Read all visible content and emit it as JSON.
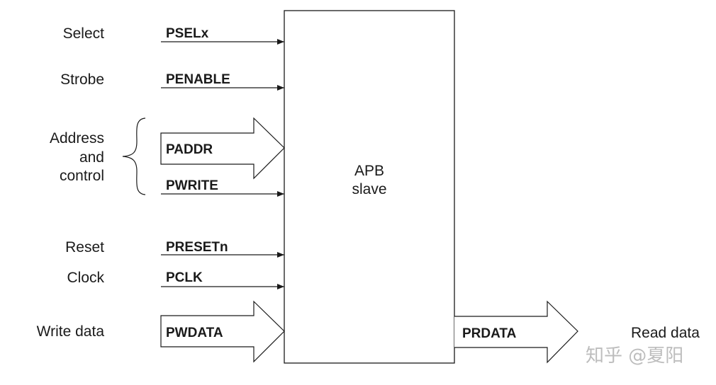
{
  "block": {
    "line1": "APB",
    "line2": "slave"
  },
  "inputs": [
    {
      "desc": "Select",
      "signal": "PSELx"
    },
    {
      "desc": "Strobe",
      "signal": "PENABLE"
    },
    {
      "desc_lines": [
        "Address",
        "and",
        "control"
      ],
      "signals": [
        "PADDR",
        "PWRITE"
      ]
    },
    {
      "desc": "Reset",
      "signal": "PRESETn"
    },
    {
      "desc": "Clock",
      "signal": "PCLK"
    },
    {
      "desc": "Write data",
      "signal": "PWDATA"
    }
  ],
  "outputs": [
    {
      "desc": "Read data",
      "signal": "PRDATA"
    }
  ],
  "watermark": "知乎 @夏阳"
}
